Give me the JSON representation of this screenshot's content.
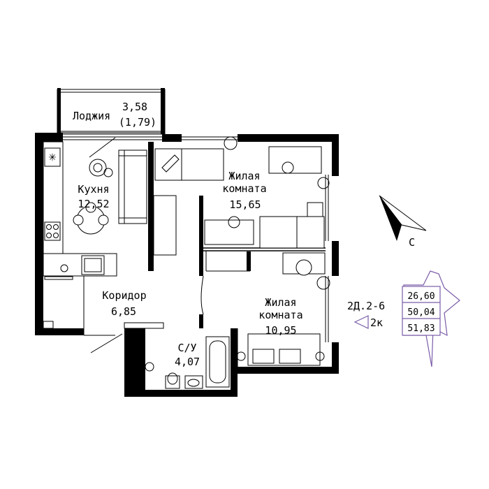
{
  "rooms": {
    "loggia": {
      "name": "Лоджия",
      "area": "3,58",
      "area_reduced": "(1,79)"
    },
    "kitchen": {
      "name": "Кухня",
      "area": "12,52"
    },
    "living1": {
      "name_line1": "Жилая",
      "name_line2": "комната",
      "area": "15,65"
    },
    "corridor": {
      "name": "Коридор",
      "area": "6,85"
    },
    "living2": {
      "name_line1": "Жилая",
      "name_line2": "комната",
      "area": "10,95"
    },
    "bathroom": {
      "name": "С/У",
      "area": "4,07"
    }
  },
  "compass": {
    "label": "С"
  },
  "apartment": {
    "code": "2Д.2-6",
    "type": "2к",
    "area_living": "26,60",
    "area_total": "50,04",
    "area_with_loggia": "51,83"
  },
  "colors": {
    "walls": "#000000",
    "accent": "#7a5ca8"
  }
}
